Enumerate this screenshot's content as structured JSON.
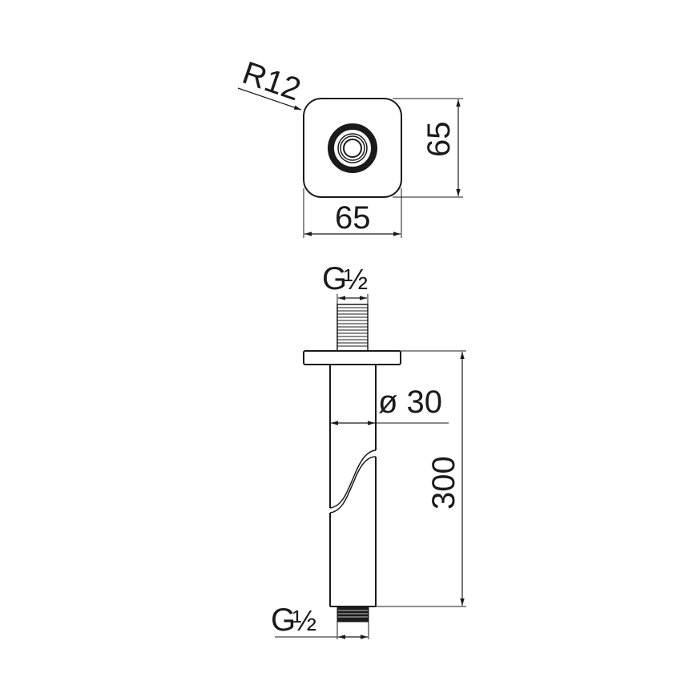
{
  "drawing": {
    "top_view": {
      "radius_label": "R12",
      "width_label": "65",
      "height_label": "65"
    },
    "side_view": {
      "inlet_thread_label": "G",
      "inlet_thread_fraction": "½",
      "diameter_label": "ø 30",
      "length_label": "300",
      "outlet_thread_label": "G",
      "outlet_thread_fraction": "½"
    },
    "colors": {
      "line": "#1a1a1a",
      "background": "#ffffff"
    }
  }
}
